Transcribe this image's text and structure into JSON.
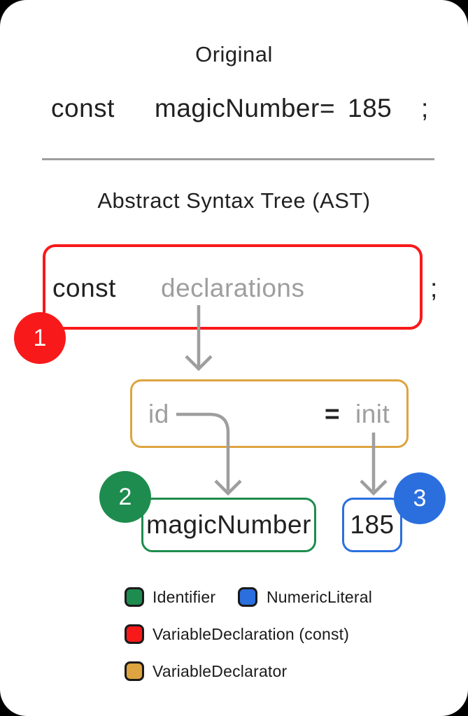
{
  "colors": {
    "red": "#F8191A",
    "green": "#1E8C4E",
    "blue": "#2B6FDE",
    "gold": "#DDA43F",
    "gray": "#9E9E9E",
    "dark": "#212121"
  },
  "original": {
    "title": "Original",
    "tokens": [
      "const",
      "magicNumber",
      "=",
      "185",
      ";"
    ]
  },
  "ast": {
    "title": "Abstract Syntax Tree (AST)",
    "variable_declaration": {
      "badge": "1",
      "keyword": "const",
      "declarations_label": "declarations",
      "semicolon": ";"
    },
    "variable_declarator": {
      "id_label": "id",
      "equals": "=",
      "init_label": "init"
    },
    "identifier": {
      "badge": "2",
      "text": "magicNumber"
    },
    "numeric_literal": {
      "badge": "3",
      "text": "185"
    }
  },
  "legend": {
    "items": [
      {
        "label": "Identifier",
        "color": "#1E8C4E"
      },
      {
        "label": "NumericLiteral",
        "color": "#2B6FDE"
      },
      {
        "label": "VariableDeclaration (const)",
        "color": "#F8191A"
      },
      {
        "label": "VariableDeclarator",
        "color": "#DDA43F"
      }
    ]
  }
}
